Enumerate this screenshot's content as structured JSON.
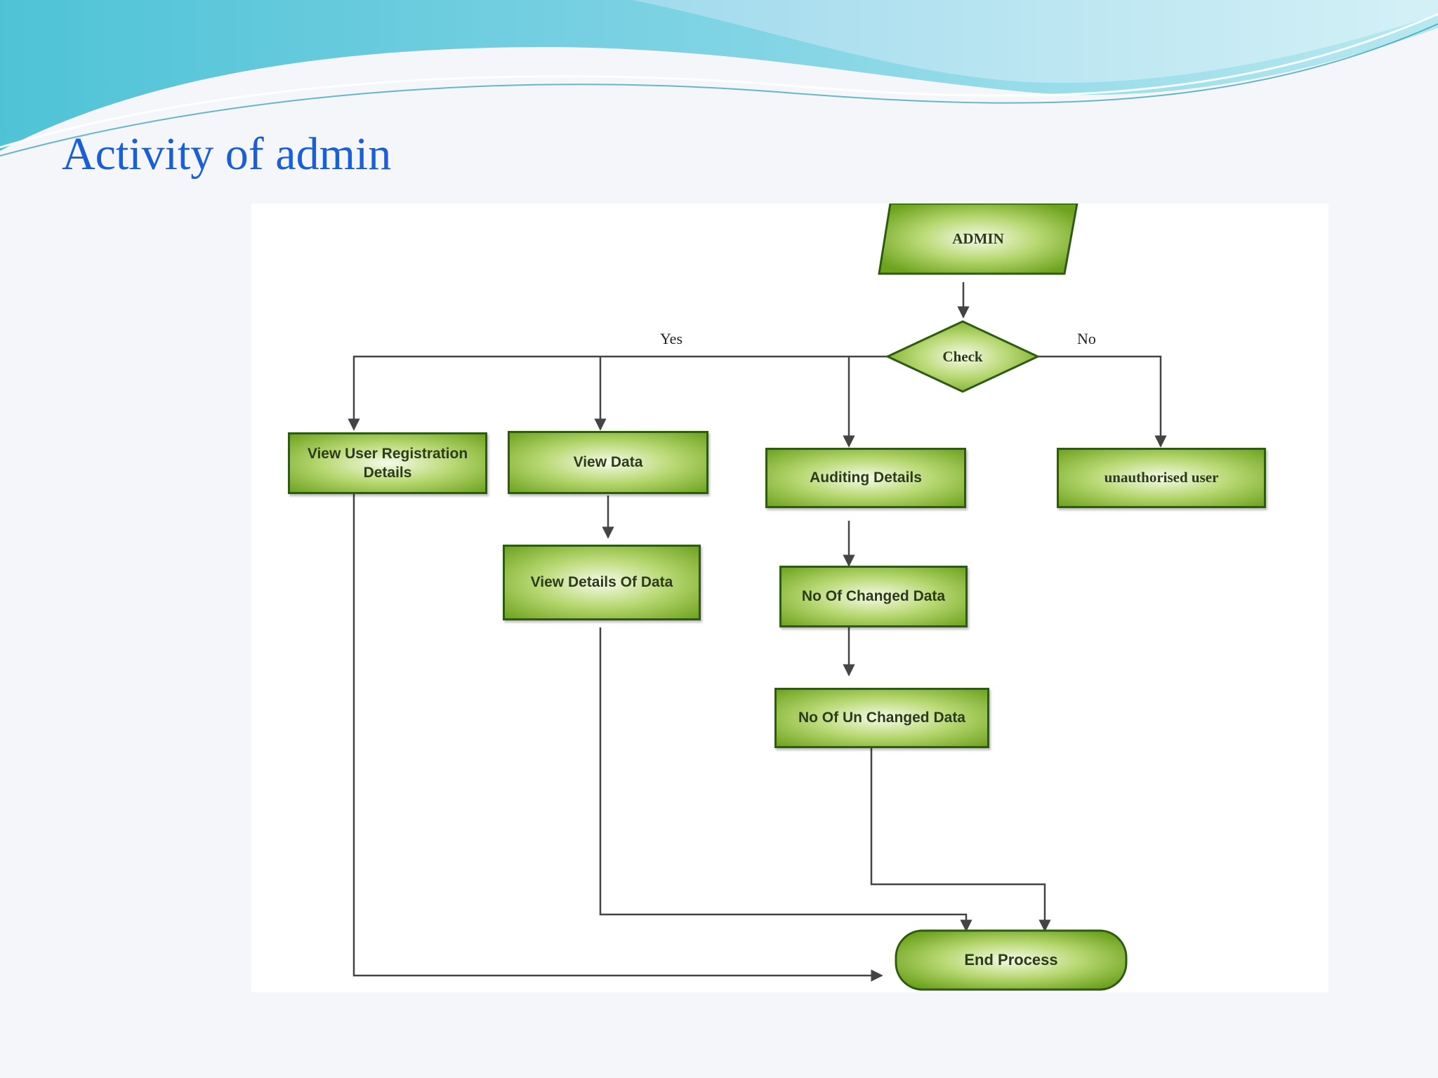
{
  "slide": {
    "title": "Activity of admin"
  },
  "flowchart": {
    "start": "ADMIN",
    "decision": "Check",
    "branch_yes": "Yes",
    "branch_no": "No",
    "view_user_registration": "View User Registration Details",
    "view_data": "View Data",
    "auditing_details": "Auditing Details",
    "unauthorised_user": "unauthorised user",
    "view_details_of_data": "View Details Of Data",
    "no_of_changed_data": "No Of Changed Data",
    "no_of_unchanged_data": "No Of Un Changed Data",
    "end": "End Process"
  },
  "colors": {
    "title": "#1a5fd6",
    "node_border": "#2f5a12",
    "node_fill_light": "#f6fbe8",
    "node_fill_dark": "#6ea31e",
    "connector": "#444444",
    "header_wave": "#5fc6d9"
  }
}
